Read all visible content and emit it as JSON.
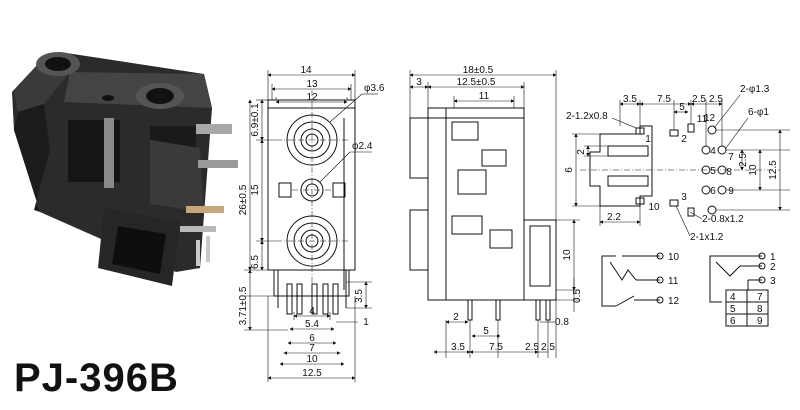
{
  "model": "PJ-396B",
  "front_view": {
    "dims_top": [
      "14",
      "13",
      "12"
    ],
    "hole_large": "φ3.6",
    "hole_small": "φ2.4",
    "dims_left": [
      "6.9±0.1",
      "26±0.5",
      "15",
      "6.5",
      "3.71±0.5"
    ],
    "dim_right": "3.5",
    "dims_bottom": [
      "4",
      "5.4",
      "1",
      "6",
      "7",
      "10",
      "12.5"
    ]
  },
  "side_view": {
    "dims_top": [
      "18±0.5",
      "3",
      "12.5±0.5",
      "11"
    ],
    "dims_bottom": [
      "2",
      "5",
      "0.8"
    ],
    "dims_right": [
      "10",
      "0.5"
    ],
    "dims_base": [
      "3.5",
      "7.5",
      "2.5",
      "2.5"
    ]
  },
  "footprint": {
    "dims_top": [
      "3.5",
      "7.5",
      "2.5",
      "2.5"
    ],
    "notes": [
      "2-1.2x0.8",
      "2-φ1.3",
      "6-φ1",
      "2-0.8x1.2",
      "2-1x1.2"
    ],
    "dims_left": [
      "2",
      "6"
    ],
    "dims_right": [
      "2.5",
      "10",
      "12.5"
    ],
    "dim_bottom": "2.2",
    "pad_numbers": [
      "1",
      "2",
      "3",
      "4",
      "5",
      "6",
      "7",
      "8",
      "9",
      "10",
      "11",
      "12"
    ]
  },
  "schematic": {
    "left_pins": [
      "10",
      "11",
      "12"
    ],
    "right_pins": [
      "1",
      "2",
      "3"
    ],
    "grid_pins": [
      "4",
      "7",
      "5",
      "8",
      "6",
      "9"
    ]
  }
}
